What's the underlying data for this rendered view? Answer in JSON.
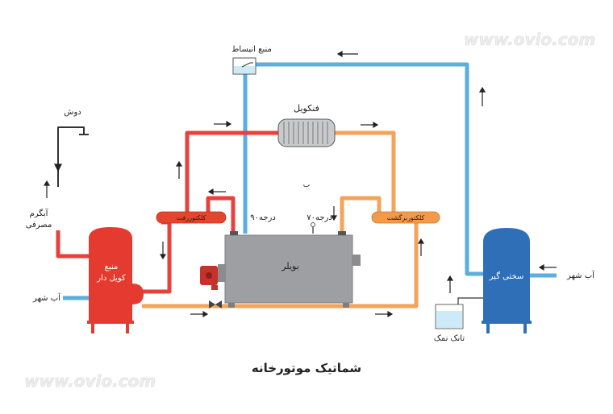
{
  "title": "شماتیک موتورخانه",
  "watermark": "www.ovio.com",
  "labels": {
    "expansion_tank": "منبع انبساط",
    "fancoil": "فنکویل",
    "shower": "دوش",
    "hot_water_use_1": "آبگرم",
    "hot_water_use_2": "مصرفی",
    "coil_tank_1": "منبع",
    "coil_tank_2": "کویل دار",
    "city_water_left": "آب شهر",
    "boiler": "بویلر",
    "supply_collector": "کلکتوررفت",
    "return_collector": "کلکتوربرگشت",
    "temp_90": "۹۰درجه",
    "temp_70": "۷۰درجه",
    "softener": "سختی گیر",
    "city_water_right": "آب شهر",
    "salt_tank": "تانک نمک",
    "b_mark": "ب"
  },
  "colors": {
    "hot_pipe": "#e8413c",
    "return_pipe": "#f4a35a",
    "cold_pipe": "#5aaee0",
    "tank_red": "#e53a2f",
    "softener_blue": "#2f6fb8",
    "boiler_gray": "#9d9fa2",
    "collector_supply": "#e5452e",
    "collector_return": "#f39a4a",
    "burner": "#c8312a",
    "water_light": "#cdeaf8"
  },
  "icons": [
    "flow-arrow-icon",
    "valve-icon",
    "shower-head-icon",
    "thermometer-icon"
  ]
}
